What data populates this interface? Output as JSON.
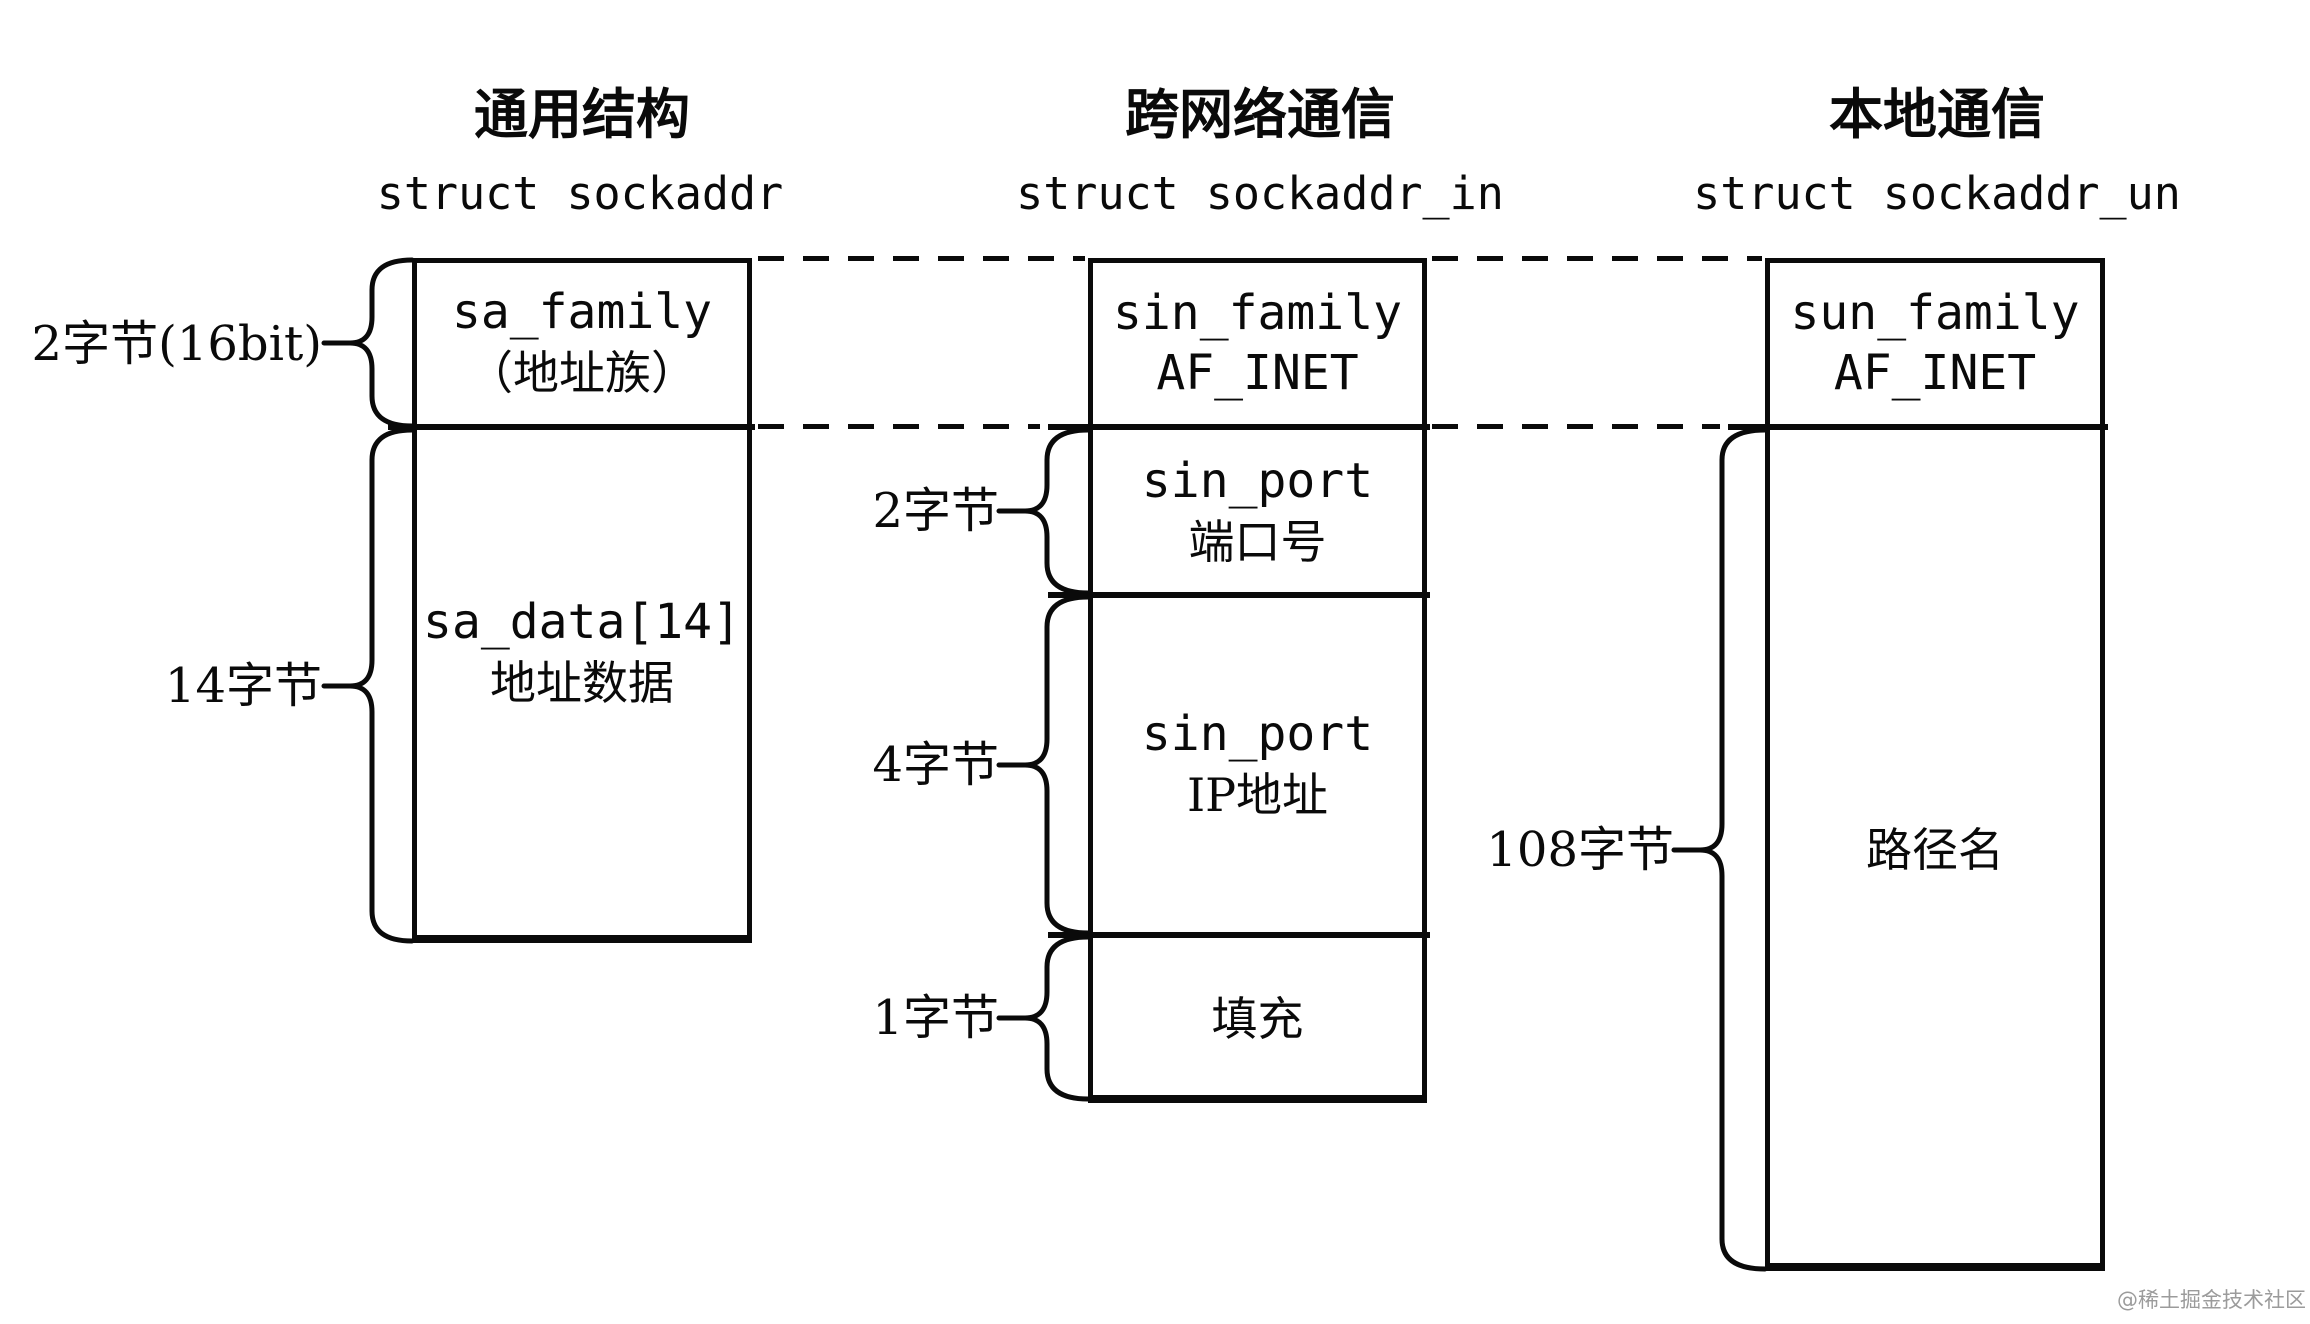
{
  "diagram": {
    "columns": [
      {
        "title": "通用结构",
        "struct_name": "struct sockaddr",
        "rows": [
          {
            "lines": [
              "sa_family",
              "（地址族）"
            ],
            "size_label": "2字节(16bit)"
          },
          {
            "lines": [
              "sa_data[14]",
              "地址数据"
            ],
            "size_label": "14字节"
          }
        ]
      },
      {
        "title": "跨网络通信",
        "struct_name": "struct sockaddr_in",
        "rows": [
          {
            "lines": [
              "sin_family",
              "AF_INET"
            ],
            "size_label": ""
          },
          {
            "lines": [
              "sin_port",
              "端口号"
            ],
            "size_label": "2字节"
          },
          {
            "lines": [
              "sin_port",
              "IP地址"
            ],
            "size_label": "4字节"
          },
          {
            "lines": [
              "填充"
            ],
            "size_label": "1字节"
          }
        ]
      },
      {
        "title": "本地通信",
        "struct_name": "struct sockaddr_un",
        "rows": [
          {
            "lines": [
              "sun_family",
              "AF_INET"
            ],
            "size_label": ""
          },
          {
            "lines": [
              "路径名"
            ],
            "size_label": "108字节"
          }
        ]
      }
    ],
    "watermark": "@稀土掘金技术社区",
    "colors": {
      "line": "#0a0a0a",
      "text": "#0a0a0a",
      "watermark": "#9b9b9b",
      "background": "#ffffff"
    }
  }
}
